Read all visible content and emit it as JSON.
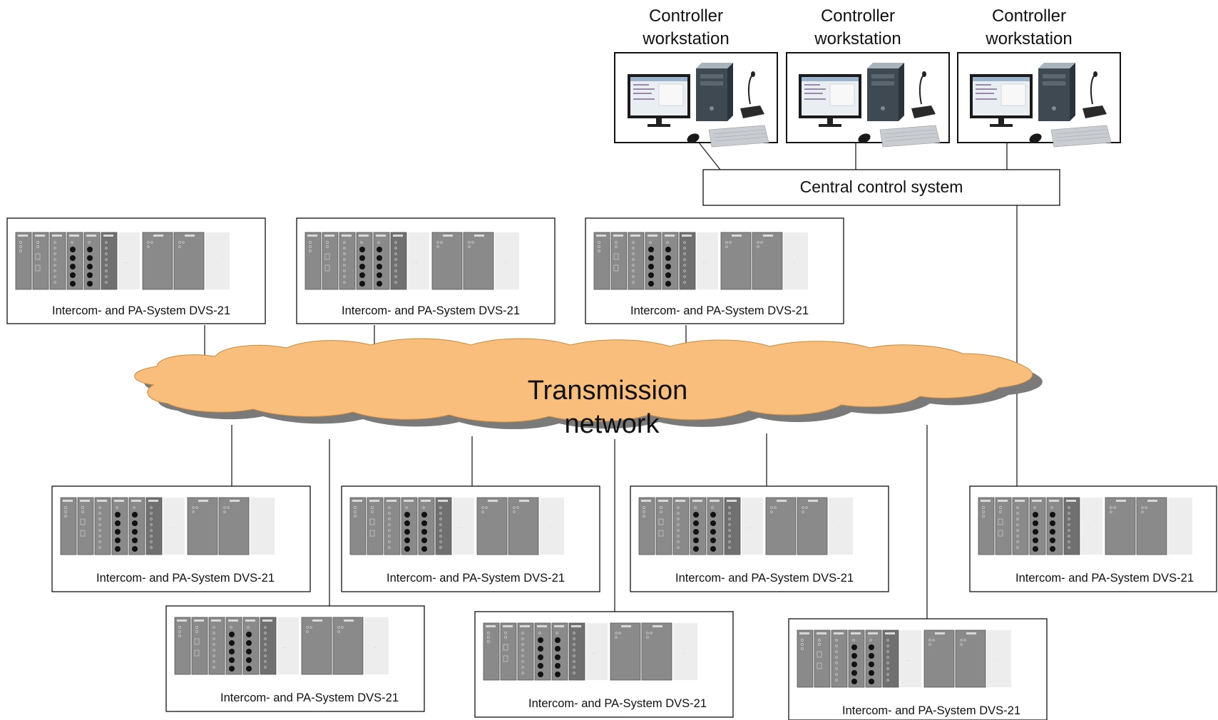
{
  "workstations": [
    {
      "label_line1": "Controller",
      "label_line2": "workstation"
    },
    {
      "label_line1": "Controller",
      "label_line2": "workstation"
    },
    {
      "label_line1": "Controller",
      "label_line2": "workstation"
    }
  ],
  "central_control": {
    "label": "Central control system"
  },
  "network": {
    "label_line1": "Transmission",
    "label_line2": "network"
  },
  "devices": [
    {
      "label": "Intercom- and PA-System DVS-21"
    },
    {
      "label": "Intercom- and PA-System DVS-21"
    },
    {
      "label": "Intercom- and PA-System DVS-21"
    },
    {
      "label": "Intercom- and PA-System DVS-21"
    },
    {
      "label": "Intercom- and PA-System DVS-21"
    },
    {
      "label": "Intercom- and PA-System DVS-21"
    },
    {
      "label": "Intercom- and PA-System DVS-21"
    },
    {
      "label": "Intercom- and PA-System DVS-21"
    },
    {
      "label": "Intercom- and PA-System DVS-21"
    },
    {
      "label": "Intercom- and PA-System DVS-21"
    }
  ],
  "colors": {
    "cloud_fill": "#F9BE7C",
    "cloud_shadow": "#7a7a7a",
    "rack_gray": "#8c8c8c",
    "line": "#222222"
  }
}
